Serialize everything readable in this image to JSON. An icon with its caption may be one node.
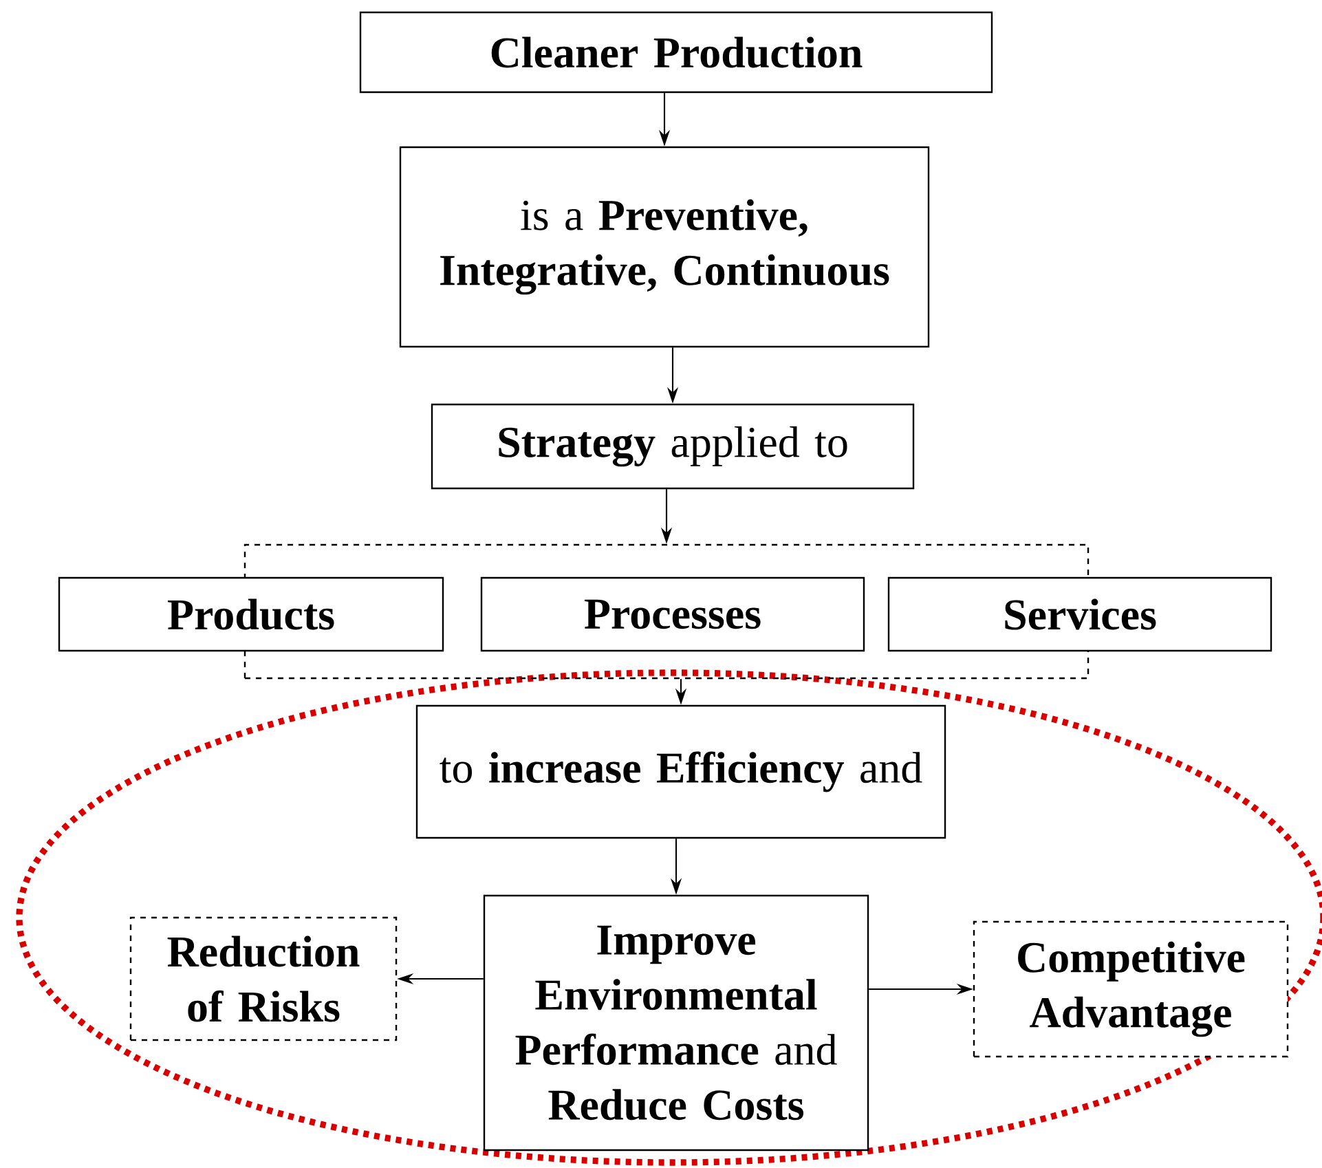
{
  "diagram": {
    "nodes": [
      {
        "text": [
          "Cleaner Production"
        ]
      },
      {
        "text": [
          "is a **Preventive, Integrative, Continuous**"
        ]
      },
      {
        "text": [
          "**Strategy** applied to"
        ]
      },
      {
        "text": [],
        "shape": "box"
      },
      {
        "text": [
          "Products"
        ]
      },
      {
        "text": [
          "Processes"
        ],
        "in": 3
      },
      {
        "text": [
          "Services"
        ]
      },
      {
        "text": [
          "to **increase Efficiency** and"
        ]
      },
      {
        "text": [
          "Reduction of Risks"
        ]
      },
      {
        "text": [
          "**Improve Environmental Performance** and **Reduce Costs**"
        ]
      },
      {
        "text": [
          "Competitive Advantage"
        ]
      }
    ],
    "edges": [
      {
        "from": 0,
        "to": 1,
        "arrow": "to"
      },
      {
        "from": 1,
        "to": 2,
        "arrow": "to"
      },
      {
        "from": 2,
        "to": 3,
        "arrow": "to"
      },
      {
        "from": 3,
        "to": 7,
        "arrow": "to"
      },
      {
        "from": 7,
        "to": 9,
        "arrow": "to"
      },
      {
        "from": 9,
        "to": 8,
        "arrow": "to"
      },
      {
        "from": 9,
        "to": 10,
        "arrow": "to"
      }
    ]
  }
}
